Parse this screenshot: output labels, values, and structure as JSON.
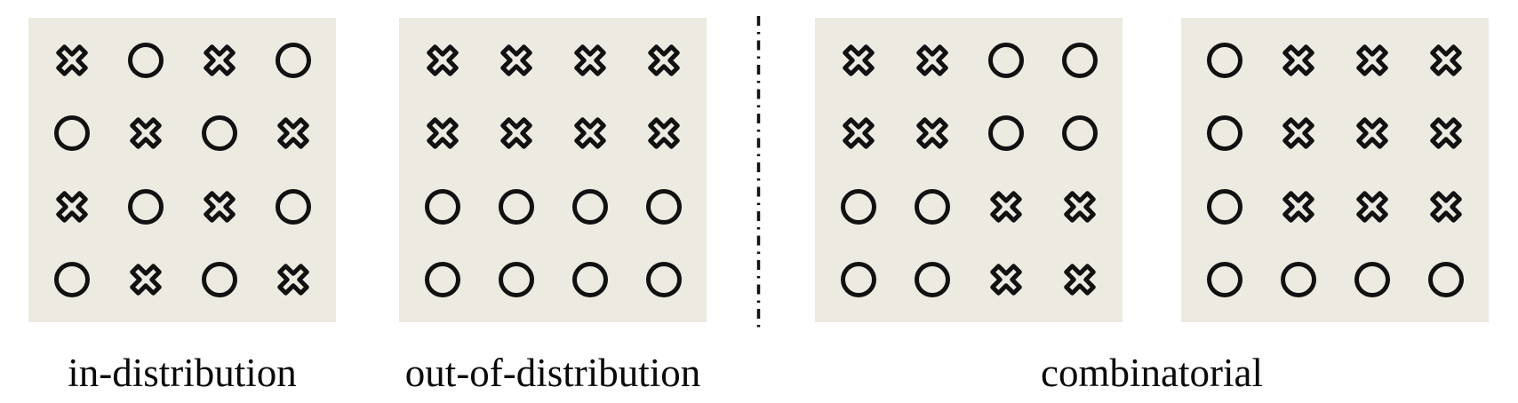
{
  "figure": {
    "description": "Four 4x4 grids of outlined cross and circle symbols comparing generalization splits",
    "colors": {
      "page_background": "#ffffff",
      "panel_background": "#edeae2",
      "symbol_stroke": "#111111",
      "divider_stroke": "#111111",
      "label_text": "#0a0a0a"
    }
  },
  "symbols": {
    "x": "cross-icon",
    "o": "circle-icon"
  },
  "panels": [
    {
      "group": "in-distribution",
      "grid": [
        [
          "x",
          "o",
          "x",
          "o"
        ],
        [
          "o",
          "x",
          "o",
          "x"
        ],
        [
          "x",
          "o",
          "x",
          "o"
        ],
        [
          "o",
          "x",
          "o",
          "x"
        ]
      ]
    },
    {
      "group": "out-of-distribution",
      "grid": [
        [
          "x",
          "x",
          "x",
          "x"
        ],
        [
          "x",
          "x",
          "x",
          "x"
        ],
        [
          "o",
          "o",
          "o",
          "o"
        ],
        [
          "o",
          "o",
          "o",
          "o"
        ]
      ]
    },
    {
      "group": "combinatorial",
      "grid": [
        [
          "x",
          "x",
          "o",
          "o"
        ],
        [
          "x",
          "x",
          "o",
          "o"
        ],
        [
          "o",
          "o",
          "x",
          "x"
        ],
        [
          "o",
          "o",
          "x",
          "x"
        ]
      ]
    },
    {
      "group": "combinatorial",
      "grid": [
        [
          "o",
          "x",
          "x",
          "x"
        ],
        [
          "o",
          "x",
          "x",
          "x"
        ],
        [
          "o",
          "x",
          "x",
          "x"
        ],
        [
          "o",
          "o",
          "o",
          "o"
        ]
      ]
    }
  ],
  "labels": [
    {
      "text": "in-distribution"
    },
    {
      "text": "out-of-distribution"
    },
    {
      "text": "combinatorial"
    }
  ],
  "divider": {
    "orientation": "vertical",
    "style": "dash-dot"
  }
}
